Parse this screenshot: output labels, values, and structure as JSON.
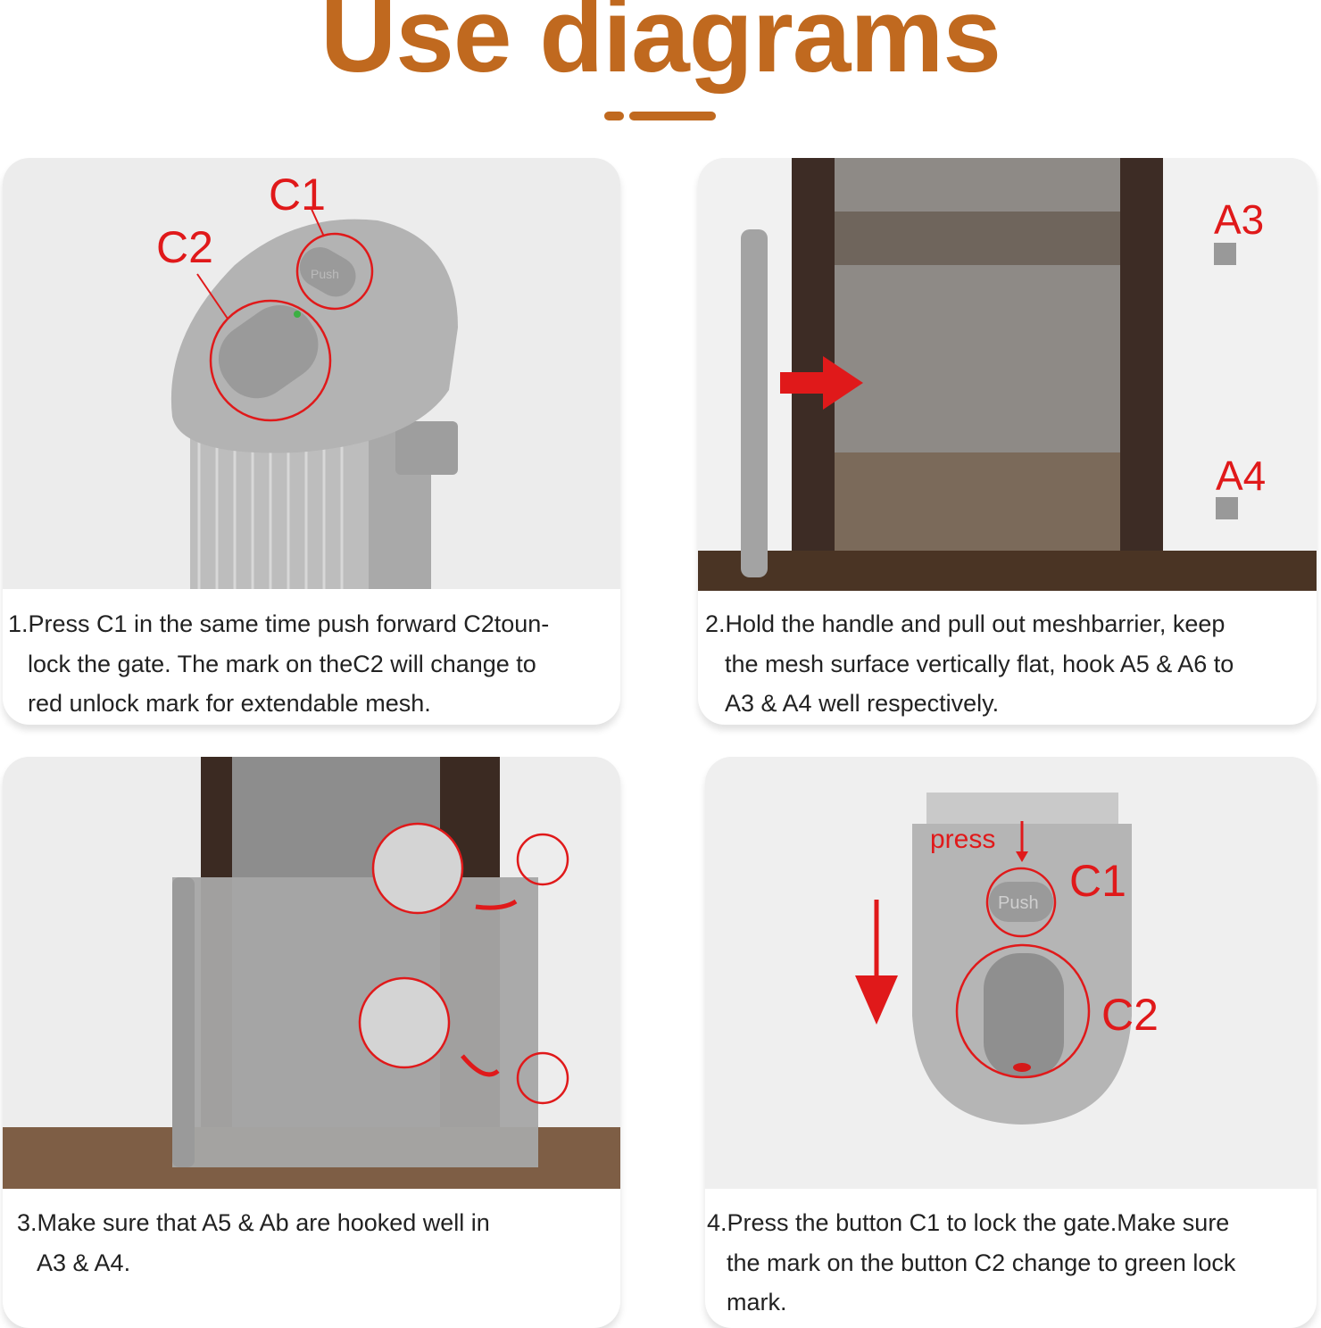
{
  "title": "Use diagrams",
  "colors": {
    "accent": "#c0691f",
    "marker": "#e0191a"
  },
  "steps": [
    {
      "lines": [
        "1.Press C1 in the same time push forward C2toun-",
        "lock the gate. The mark on theC2 will change to",
        "red unlock mark for extendable mesh."
      ],
      "labels": {
        "c1": "C1",
        "c2": "C2",
        "push": "Push"
      }
    },
    {
      "lines": [
        "2.Hold the handle and pull out meshbarrier, keep",
        "the mesh surface vertically flat, hook A5 & A6 to",
        "A3 & A4 well respectively."
      ],
      "labels": {
        "a3": "A3",
        "a4": "A4"
      }
    },
    {
      "lines": [
        "3.Make sure that A5 & Ab are hooked well in",
        "A3 & A4."
      ]
    },
    {
      "lines": [
        "4.Press the button C1 to lock the gate.Make sure",
        "the mark on the button C2 change to green lock",
        "mark."
      ],
      "labels": {
        "press": "press",
        "push": "Push",
        "c1": "C1",
        "c2": "C2"
      }
    }
  ]
}
